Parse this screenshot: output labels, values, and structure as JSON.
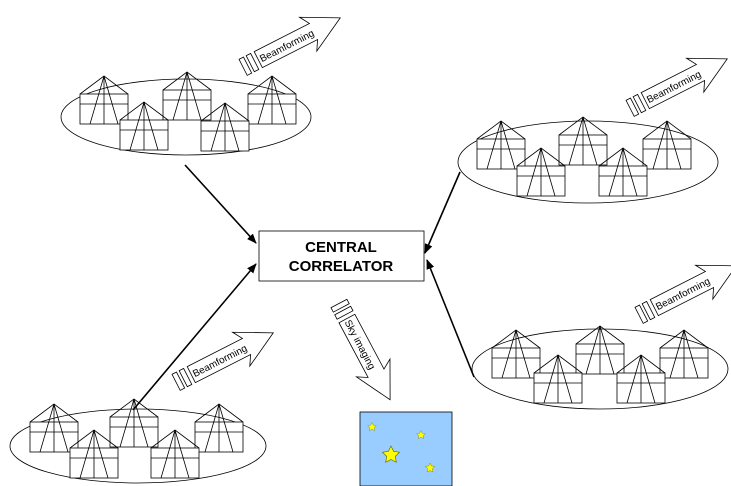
{
  "central_node": {
    "label_line1": "CENTRAL",
    "label_line2": "CORRELATOR"
  },
  "stations": [
    {
      "beam_label": "Beamforming"
    },
    {
      "beam_label": "Beamforming"
    },
    {
      "beam_label": "Beamforming"
    },
    {
      "beam_label": "Beamforming"
    }
  ],
  "sky": {
    "arrow_label": "Sky imaging",
    "background_color": "#99ccff",
    "star_color": "#ffff00"
  }
}
